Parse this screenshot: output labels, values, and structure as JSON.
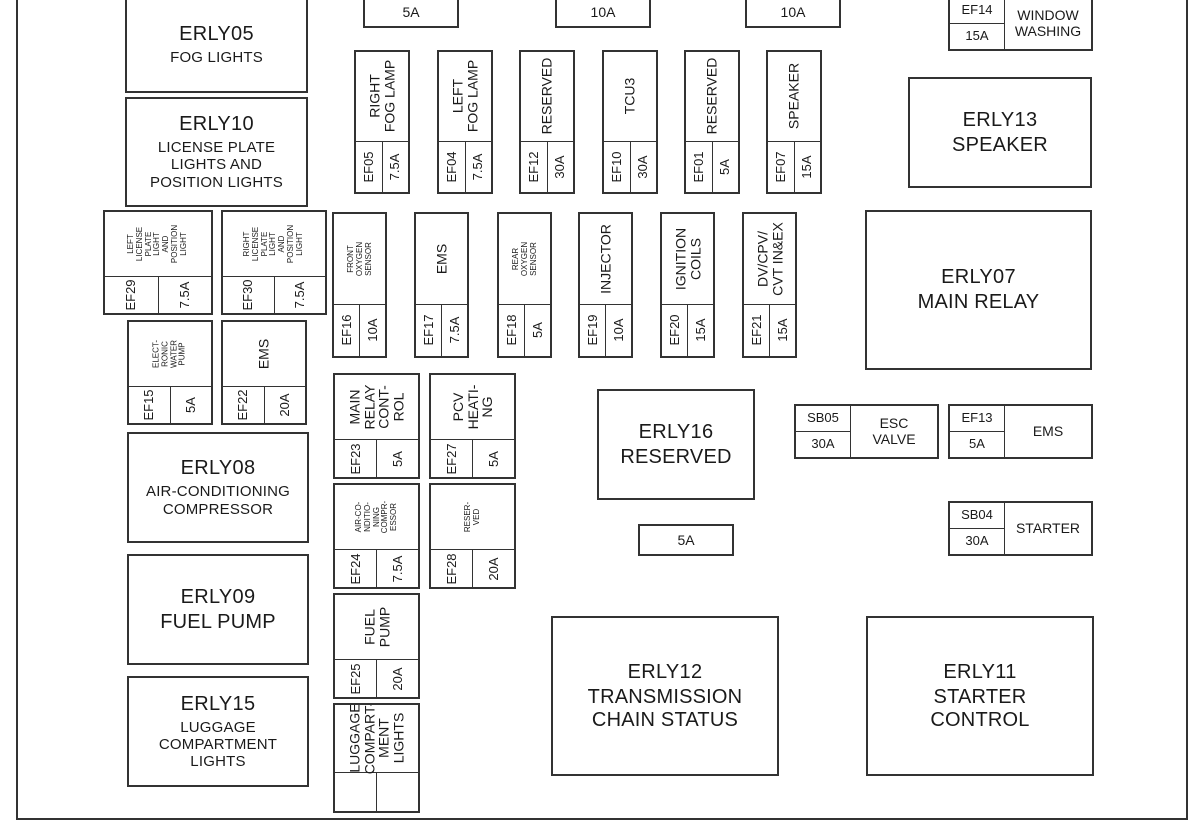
{
  "relays": [
    {
      "id": "erly05",
      "code": "ERLY05",
      "label": "FOG LIGHTS",
      "big": false
    },
    {
      "id": "erly10",
      "code": "ERLY10",
      "label": "LICENSE PLATE\nLIGHTS AND\nPOSITION LIGHTS",
      "big": false
    },
    {
      "id": "erly08",
      "code": "ERLY08",
      "label": "AIR-CONDITIONING\nCOMPRESSOR",
      "big": false
    },
    {
      "id": "erly09",
      "code": "ERLY09",
      "label": "FUEL PUMP",
      "big": true
    },
    {
      "id": "erly15",
      "code": "ERLY15",
      "label": "LUGGAGE\nCOMPARTMENT\nLIGHTS",
      "big": false
    },
    {
      "id": "erly13",
      "code": "ERLY13",
      "label": "SPEAKER",
      "big": true
    },
    {
      "id": "erly07",
      "code": "ERLY07",
      "label": "MAIN RELAY",
      "big": true
    },
    {
      "id": "erly16",
      "code": "ERLY16",
      "label": "RESERVED",
      "big": true
    },
    {
      "id": "erly12",
      "code": "ERLY12",
      "label": "TRANSMISSION\nCHAIN STATUS",
      "big": true
    },
    {
      "id": "erly11",
      "code": "ERLY11",
      "label": "STARTER\nCONTROL",
      "big": true
    }
  ],
  "fuses": [
    {
      "id": "ef05",
      "code": "EF05",
      "rating": "7.5A",
      "label": "RIGHT\nFOG LAMP",
      "small": false
    },
    {
      "id": "ef04",
      "code": "EF04",
      "rating": "7.5A",
      "label": "LEFT\nFOG LAMP",
      "small": false
    },
    {
      "id": "ef12",
      "code": "EF12",
      "rating": "30A",
      "label": "RESERVED",
      "small": false
    },
    {
      "id": "ef10",
      "code": "EF10",
      "rating": "30A",
      "label": "TCU3",
      "small": false
    },
    {
      "id": "ef01",
      "code": "EF01",
      "rating": "5A",
      "label": "RESERVED",
      "small": false
    },
    {
      "id": "ef07",
      "code": "EF07",
      "rating": "15A",
      "label": "SPEAKER",
      "small": false
    },
    {
      "id": "ef29",
      "code": "EF29",
      "rating": "7.5A",
      "label": "LEFT\nLICENSE\nPLATE\nLIGHT\nAND\nPOSITION\nLIGHT",
      "small": true
    },
    {
      "id": "ef30",
      "code": "EF30",
      "rating": "7.5A",
      "label": "RIGHT\nLICENSE\nPLATE\nLIGHT\nAND\nPOSITION\nLIGHT",
      "small": true
    },
    {
      "id": "ef16",
      "code": "EF16",
      "rating": "10A",
      "label": "FRONT\nOXYGEN\nSENSOR",
      "small": true
    },
    {
      "id": "ef17",
      "code": "EF17",
      "rating": "7.5A",
      "label": "EMS",
      "small": false
    },
    {
      "id": "ef18",
      "code": "EF18",
      "rating": "5A",
      "label": "REAR\nOXYGEN\nSENSOR",
      "small": true
    },
    {
      "id": "ef19",
      "code": "EF19",
      "rating": "10A",
      "label": "INJECTOR",
      "small": false
    },
    {
      "id": "ef20",
      "code": "EF20",
      "rating": "15A",
      "label": "IGNITION\nCOILS",
      "small": false
    },
    {
      "id": "ef21",
      "code": "EF21",
      "rating": "15A",
      "label": "DV/CPV/\nCVT IN&EX",
      "small": false
    },
    {
      "id": "ef15",
      "code": "EF15",
      "rating": "5A",
      "label": "ELECT-\nRONIC\nWATER\nPUMP",
      "small": true
    },
    {
      "id": "ef22",
      "code": "EF22",
      "rating": "20A",
      "label": "EMS",
      "small": false
    },
    {
      "id": "ef23",
      "code": "EF23",
      "rating": "5A",
      "label": "MAIN\nRELAY\nCONT-\nROL",
      "small": false
    },
    {
      "id": "ef27",
      "code": "EF27",
      "rating": "5A",
      "label": "PCV\nHEATI-\nNG",
      "small": false
    },
    {
      "id": "ef24",
      "code": "EF24",
      "rating": "7.5A",
      "label": "AIR-CO-\nNDITIO-\nNING\nCOMPR-\nESSOR",
      "small": true
    },
    {
      "id": "ef28",
      "code": "EF28",
      "rating": "20A",
      "label": "RESER-\nVED",
      "small": true
    },
    {
      "id": "ef25",
      "code": "EF25",
      "rating": "20A",
      "label": "FUEL\nPUMP",
      "small": false
    },
    {
      "id": "ef_lug",
      "code": "",
      "rating": "",
      "label": "LUGGAGE\nCOMPART-\nMENT\nLIGHTS",
      "small": false
    }
  ],
  "hfuses": [
    {
      "id": "ef14",
      "code": "EF14",
      "rating": "15A",
      "label": "WINDOW\nWASHING"
    },
    {
      "id": "sb05",
      "code": "SB05",
      "rating": "30A",
      "label": "ESC\nVALVE"
    },
    {
      "id": "ef13",
      "code": "EF13",
      "rating": "5A",
      "label": "EMS"
    },
    {
      "id": "sb04",
      "code": "SB04",
      "rating": "30A",
      "label": "STARTER"
    }
  ],
  "plain_fuses": [
    {
      "id": "top1",
      "rating": "5A"
    },
    {
      "id": "top2",
      "rating": "10A"
    },
    {
      "id": "top3",
      "rating": "10A"
    },
    {
      "id": "mid5a",
      "rating": "5A"
    }
  ]
}
